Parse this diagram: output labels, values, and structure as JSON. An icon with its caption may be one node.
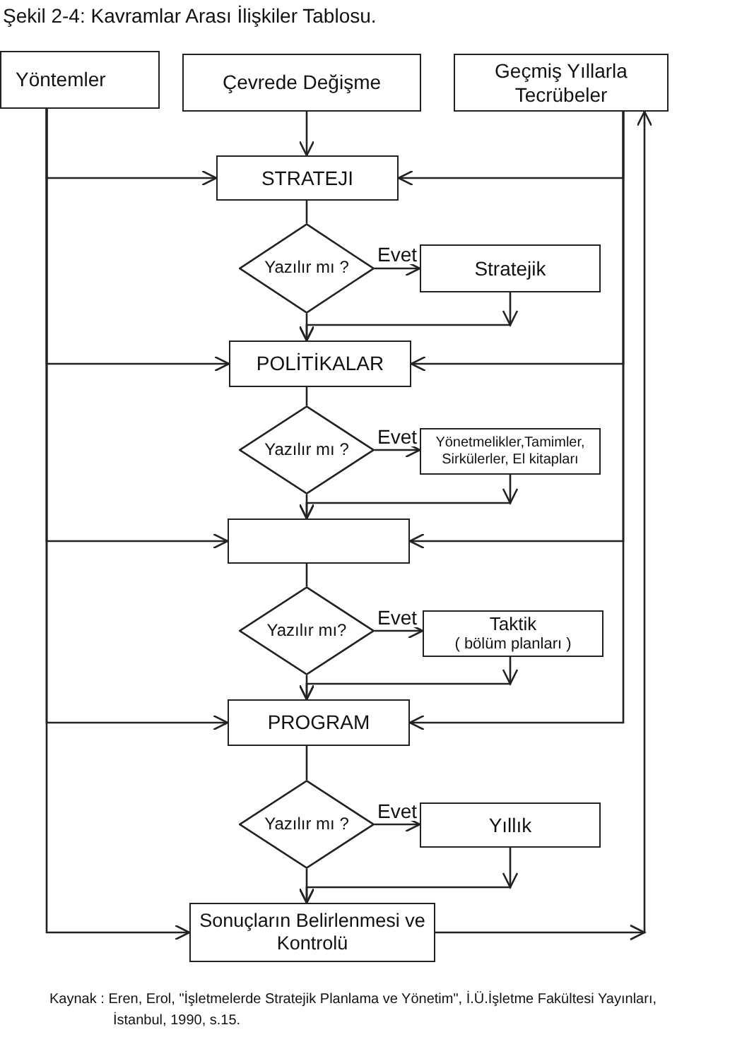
{
  "diagram": {
    "title": "Şekil 2-4: Kavramlar Arası İlişkiler Tablosu.",
    "caption": "Kaynak : Eren, Erol, \"İşletmelerde Stratejik Planlama ve Yönetim\", İ.Ü.İşletme Fakültesi Yayınları, İstanbul, 1990, s.15.",
    "nodes": [
      {
        "text": [
          "Yöntemler"
        ]
      },
      {
        "text": [
          "Çevrede Değişme"
        ]
      },
      {
        "text": [
          "Geçmiş Yıllarla Tecrübeler"
        ]
      },
      {
        "text": [
          "STRATEJI"
        ]
      },
      {
        "text": [
          "Yazılır mı ?"
        ]
      },
      {
        "text": [
          "Stratejik"
        ]
      },
      {
        "text": [
          "POLİTİKALAR"
        ]
      },
      {
        "text": [
          "Yazılır mı ?"
        ]
      },
      {
        "text": [
          "Yönetmelikler,Tamimler, Sirkülerler, El kitapları"
        ]
      },
      {
        "text": [],
        "shape": "box"
      },
      {
        "text": [
          "Yazılır mı?"
        ]
      },
      {
        "text": [
          "Taktik",
          "( bölüm planları )"
        ]
      },
      {
        "text": [
          "PROGRAM"
        ]
      },
      {
        "text": [
          "Yazılır mı ?"
        ]
      },
      {
        "text": [
          "Yıllık"
        ]
      },
      {
        "text": [
          "Sonuçların Belirlenmesi ve Kontrolü"
        ]
      }
    ],
    "edges": [
      {
        "from": 1,
        "to": 3,
        "arrow": "to"
      },
      {
        "from": 0,
        "to": 3,
        "arrow": "to"
      },
      {
        "from": 2,
        "to": 3,
        "arrow": "to"
      },
      {
        "from": 3,
        "to": 4,
        "arrow": "none"
      },
      {
        "from": 4,
        "to": 5,
        "arrow": "to",
        "label": "Evet"
      },
      {
        "from": 4,
        "to": 6,
        "arrow": "to"
      },
      {
        "from": 5,
        "to": 6,
        "arrow": "to"
      },
      {
        "from": 0,
        "to": 6,
        "arrow": "to"
      },
      {
        "from": 2,
        "to": 6,
        "arrow": "to"
      },
      {
        "from": 6,
        "to": 7,
        "arrow": "none"
      },
      {
        "from": 7,
        "to": 8,
        "arrow": "to",
        "label": "Evet"
      },
      {
        "from": 7,
        "to": 9,
        "arrow": "to"
      },
      {
        "from": 8,
        "to": 9,
        "arrow": "to"
      },
      {
        "from": 0,
        "to": 9,
        "arrow": "to"
      },
      {
        "from": 2,
        "to": 9,
        "arrow": "to"
      },
      {
        "from": 9,
        "to": 10,
        "arrow": "none"
      },
      {
        "from": 10,
        "to": 11,
        "arrow": "to",
        "label": "Evet"
      },
      {
        "from": 10,
        "to": 12,
        "arrow": "to"
      },
      {
        "from": 11,
        "to": 12,
        "arrow": "to"
      },
      {
        "from": 0,
        "to": 12,
        "arrow": "to"
      },
      {
        "from": 2,
        "to": 12,
        "arrow": "to"
      },
      {
        "from": 12,
        "to": 13,
        "arrow": "none"
      },
      {
        "from": 13,
        "to": 14,
        "arrow": "to",
        "label": "Evet"
      },
      {
        "from": 13,
        "to": 15,
        "arrow": "to"
      },
      {
        "from": 14,
        "to": 15,
        "arrow": "to"
      },
      {
        "from": 0,
        "to": 15,
        "arrow": "to"
      },
      {
        "from": 15,
        "to": 2,
        "arrow": "to"
      }
    ]
  }
}
